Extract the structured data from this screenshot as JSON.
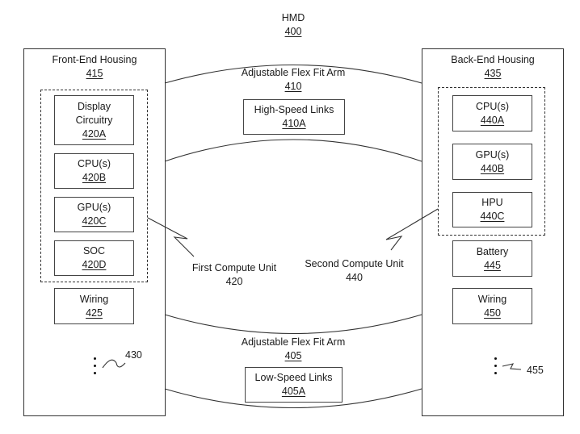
{
  "title": {
    "name": "HMD",
    "ref": "400"
  },
  "front_end_housing": {
    "name": "Front-End Housing",
    "ref": "415",
    "compute_unit_items": [
      {
        "name": "Display Circuitry",
        "name_lines": [
          "Display",
          "Circuitry"
        ],
        "ref": "420A"
      },
      {
        "name": "CPU(s)",
        "ref": "420B"
      },
      {
        "name": "GPU(s)",
        "ref": "420C"
      },
      {
        "name": "SOC",
        "ref": "420D"
      }
    ],
    "wiring": {
      "name": "Wiring",
      "ref": "425"
    },
    "ellipsis_ref": "430"
  },
  "back_end_housing": {
    "name": "Back-End Housing",
    "ref": "435",
    "compute_unit_items": [
      {
        "name": "CPU(s)",
        "ref": "440A"
      },
      {
        "name": "GPU(s)",
        "ref": "440B"
      },
      {
        "name": "HPU",
        "ref": "440C"
      }
    ],
    "battery": {
      "name": "Battery",
      "ref": "445"
    },
    "wiring": {
      "name": "Wiring",
      "ref": "450"
    },
    "ellipsis_ref": "455"
  },
  "top_arm": {
    "name": "Adjustable Flex Fit Arm",
    "ref": "410",
    "links": {
      "name": "High-Speed Links",
      "ref": "410A"
    }
  },
  "bottom_arm": {
    "name": "Adjustable Flex Fit Arm",
    "ref": "405",
    "links": {
      "name": "Low-Speed Links",
      "ref": "405A"
    }
  },
  "first_compute_unit": {
    "name": "First Compute Unit",
    "ref": "420"
  },
  "second_compute_unit": {
    "name": "Second Compute Unit",
    "ref": "440"
  }
}
